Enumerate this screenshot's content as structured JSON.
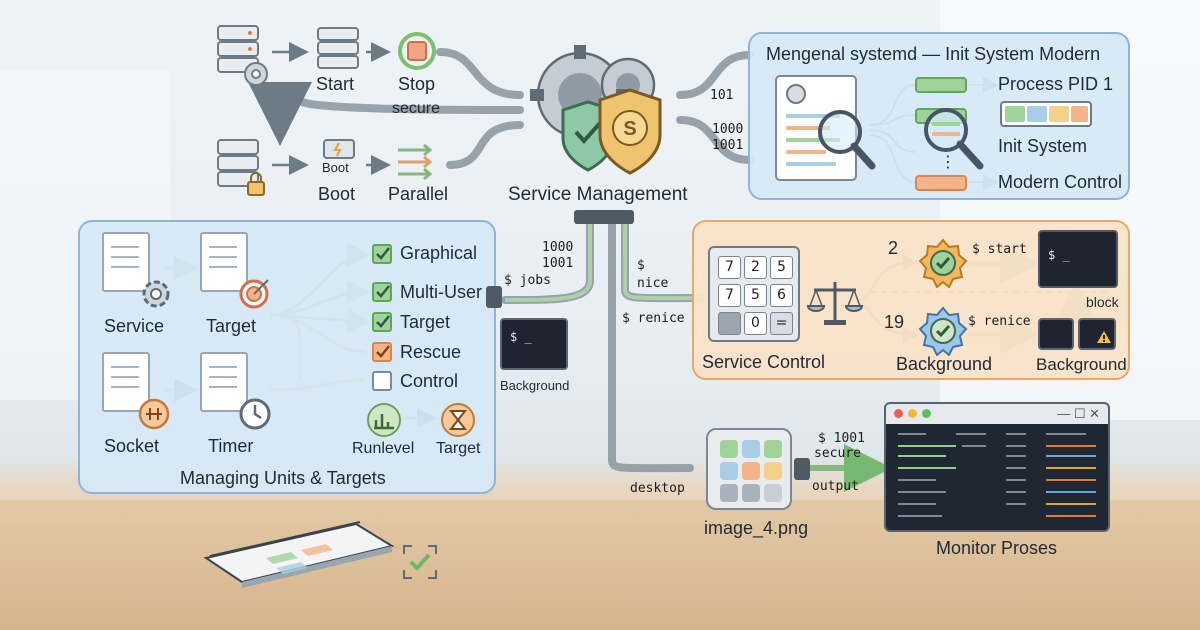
{
  "colors": {
    "panel_blue": "#d6e8f6",
    "panel_orange": "#fae2c8",
    "accent_green": "#8fce8a",
    "accent_orange": "#f2a36b",
    "terminal": "#1e2530"
  },
  "top_flow": {
    "start": "Start",
    "stop": "Stop",
    "secure": "secure",
    "boot_small": "Boot",
    "boot": "Boot",
    "parallel": "Parallel"
  },
  "center": {
    "title": "Service Management",
    "shield_letter": "S",
    "binary_a": "101",
    "binary_b": "1000",
    "binary_c": "1001"
  },
  "overview": {
    "title": "Mengenal systemd — Init System Modern",
    "items": [
      "Process PID 1",
      "Init System",
      "Modern Control"
    ],
    "dots": "⋮"
  },
  "units": {
    "title": "Managing Units & Targets",
    "service": "Service",
    "target": "Target",
    "socket": "Socket",
    "timer": "Timer",
    "targets": [
      {
        "label": "Graphical",
        "state": "green"
      },
      {
        "label": "Multi-User",
        "state": "green"
      },
      {
        "label": "Target",
        "state": "green"
      },
      {
        "label": "Rescue",
        "state": "orange"
      },
      {
        "label": "Control",
        "state": "empty"
      }
    ],
    "runlevel": "Runlevel",
    "runlevel_target": "Target"
  },
  "jobs": {
    "n1": "1000",
    "n2": "1001",
    "cmd": "$ jobs",
    "term_prompt": "$ _",
    "background": "Background"
  },
  "nice": {
    "cmd1": "$",
    "cmd2": "nice",
    "cmd3": "$ renice"
  },
  "control": {
    "title": "Service Control",
    "keys": [
      "7",
      "2",
      "5",
      "7",
      "5",
      "6",
      "",
      "0",
      "="
    ],
    "num_top": "2",
    "num_bottom": "19",
    "cmd_start": "$ start",
    "cmd_renice": "$ renice",
    "background_mid": "Background",
    "block": "block",
    "background_right": "Background",
    "term_prompt": "$ _"
  },
  "desktop": {
    "label": "desktop",
    "file": "image_4.png",
    "cmd1": "$ 1001",
    "cmd2": "secure",
    "cmd3": "output"
  },
  "monitor": {
    "title": "Monitor Proses"
  }
}
